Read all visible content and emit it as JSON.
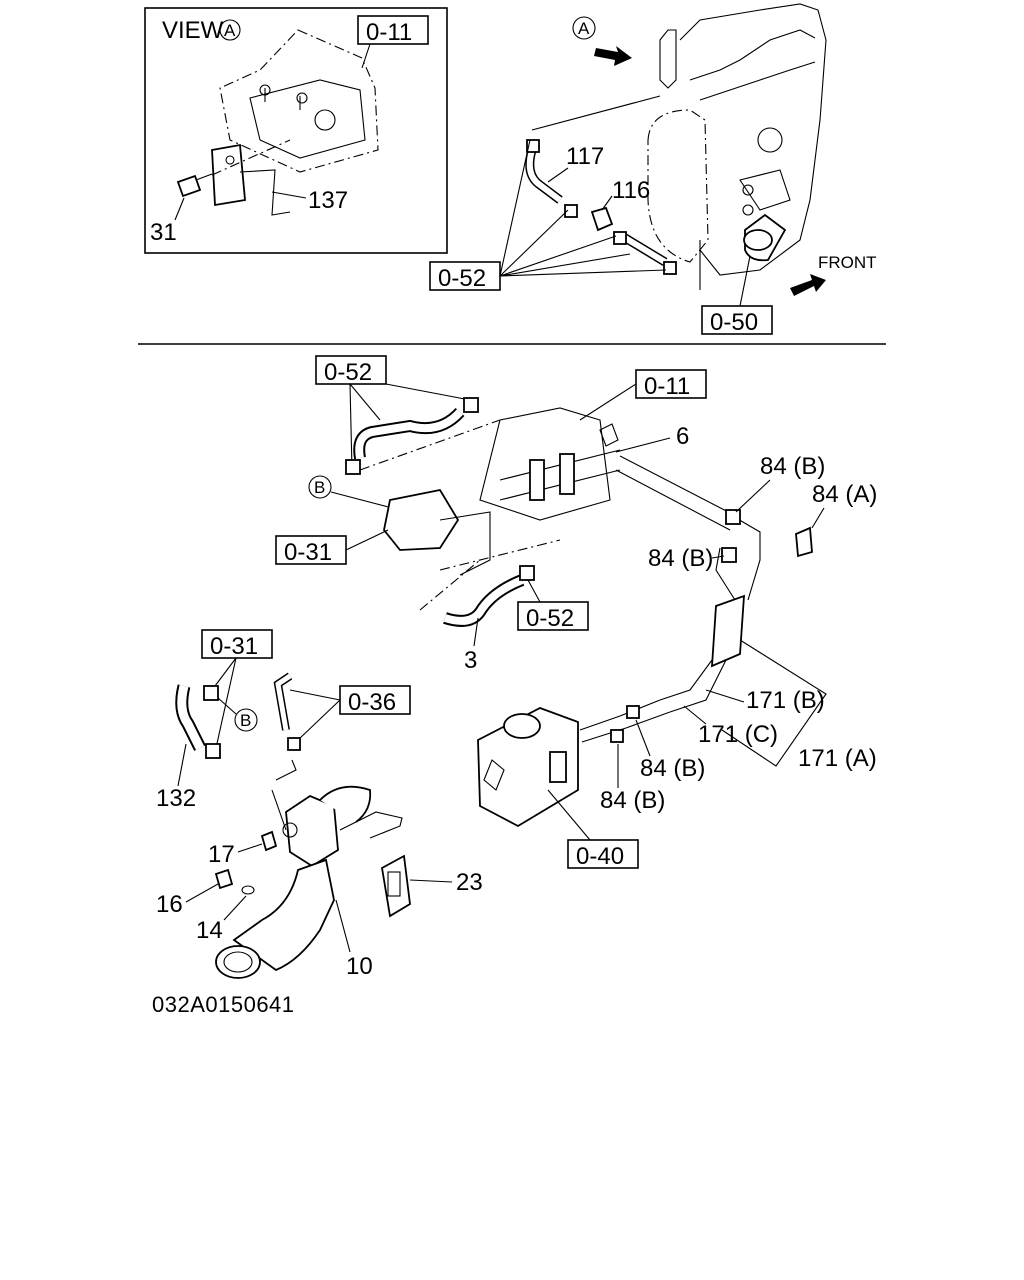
{
  "view_label": "VIEW",
  "view_marker": "A",
  "front_label": "FRONT",
  "arrow_marker": "A",
  "marker_b": "B",
  "figure_code": "032A0150641",
  "top_refs": {
    "inset_0_11": "0-11",
    "ref_0_52": "0-52",
    "ref_0_50": "0-50"
  },
  "top_parts": {
    "p31": "31",
    "p137": "137",
    "p117": "117",
    "p116": "116"
  },
  "bottom_refs": {
    "ref_0_52_top": "0-52",
    "ref_0_11": "0-11",
    "ref_0_31": "0-31",
    "ref_0_52_bottom": "0-52",
    "ref_0_31_left": "0-31",
    "ref_0_36": "0-36",
    "ref_0_40": "0-40"
  },
  "bottom_parts": {
    "p6": "6",
    "p84b_1": "84 (B)",
    "p84a": "84 (A)",
    "p84b_2": "84 (B)",
    "p3": "3",
    "p171b": "171 (B)",
    "p171c": "171 (C)",
    "p171a": "171 (A)",
    "p84b_3": "84 (B)",
    "p84b_4": "84 (B)",
    "p132": "132",
    "p17": "17",
    "p23": "23",
    "p16": "16",
    "p14": "14",
    "p10": "10"
  }
}
